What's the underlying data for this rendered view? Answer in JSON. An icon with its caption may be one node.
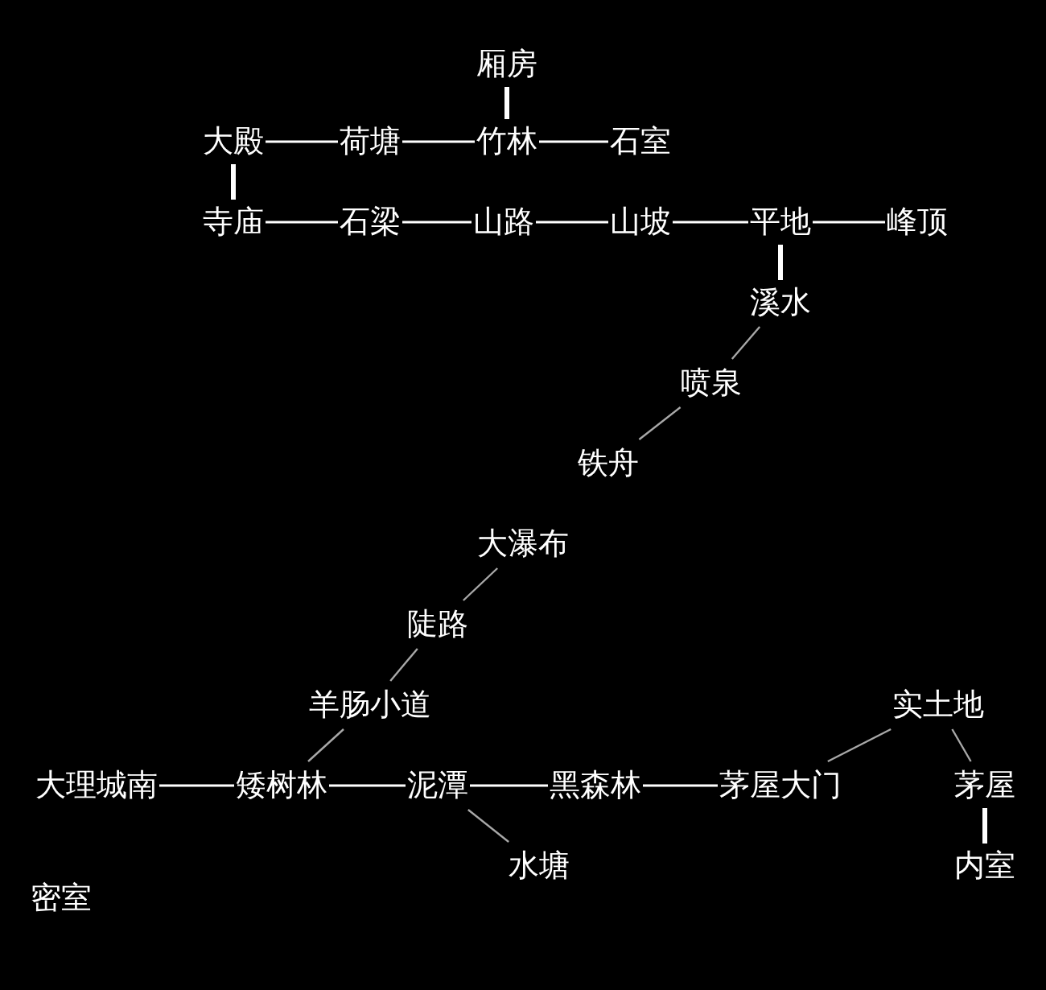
{
  "diagram": {
    "nodes": [
      {
        "text": [
          "厢房"
        ]
      },
      {
        "text": [
          "大殿"
        ]
      },
      {
        "text": [
          "荷塘"
        ]
      },
      {
        "text": [
          "竹林"
        ]
      },
      {
        "text": [
          "石室"
        ]
      },
      {
        "text": [
          "寺庙"
        ]
      },
      {
        "text": [
          "石梁"
        ]
      },
      {
        "text": [
          "山路"
        ]
      },
      {
        "text": [
          "山坡"
        ]
      },
      {
        "text": [
          "平地"
        ]
      },
      {
        "text": [
          "峰顶"
        ]
      },
      {
        "text": [
          "溪水"
        ]
      },
      {
        "text": [
          "喷泉"
        ]
      },
      {
        "text": [
          "铁舟"
        ]
      },
      {
        "text": [
          "大瀑布"
        ]
      },
      {
        "text": [
          "陡路"
        ]
      },
      {
        "text": [
          "羊肠小道"
        ]
      },
      {
        "text": [
          "大理城南"
        ]
      },
      {
        "text": [
          "矮树林"
        ]
      },
      {
        "text": [
          "泥潭"
        ]
      },
      {
        "text": [
          "黑森林"
        ]
      },
      {
        "text": [
          "茅屋大门"
        ]
      },
      {
        "text": [
          "实土地"
        ]
      },
      {
        "text": [
          "茅屋"
        ]
      },
      {
        "text": [
          "水塘"
        ]
      },
      {
        "text": [
          "内室"
        ]
      },
      {
        "text": [
          "密室"
        ]
      }
    ],
    "edges": [
      {
        "from": 0,
        "to": 3,
        "arrow": "none",
        "style": "thick"
      },
      {
        "from": 1,
        "to": 2,
        "arrow": "none"
      },
      {
        "from": 2,
        "to": 3,
        "arrow": "none"
      },
      {
        "from": 3,
        "to": 4,
        "arrow": "none"
      },
      {
        "from": 1,
        "to": 5,
        "arrow": "none",
        "style": "thick"
      },
      {
        "from": 5,
        "to": 6,
        "arrow": "none"
      },
      {
        "from": 6,
        "to": 7,
        "arrow": "none"
      },
      {
        "from": 7,
        "to": 8,
        "arrow": "none"
      },
      {
        "from": 8,
        "to": 9,
        "arrow": "none"
      },
      {
        "from": 9,
        "to": 10,
        "arrow": "none"
      },
      {
        "from": 9,
        "to": 11,
        "arrow": "none",
        "style": "thick"
      },
      {
        "from": 11,
        "to": 12,
        "arrow": "none"
      },
      {
        "from": 12,
        "to": 13,
        "arrow": "none"
      },
      {
        "from": 14,
        "to": 15,
        "arrow": "none"
      },
      {
        "from": 15,
        "to": 16,
        "arrow": "none"
      },
      {
        "from": 16,
        "to": 18,
        "arrow": "none"
      },
      {
        "from": 17,
        "to": 18,
        "arrow": "none"
      },
      {
        "from": 18,
        "to": 19,
        "arrow": "none"
      },
      {
        "from": 19,
        "to": 20,
        "arrow": "none"
      },
      {
        "from": 20,
        "to": 21,
        "arrow": "none"
      },
      {
        "from": 21,
        "to": 22,
        "arrow": "none"
      },
      {
        "from": 22,
        "to": 23,
        "arrow": "none"
      },
      {
        "from": 19,
        "to": 24,
        "arrow": "none"
      },
      {
        "from": 23,
        "to": 25,
        "arrow": "none",
        "style": "thick"
      }
    ]
  }
}
